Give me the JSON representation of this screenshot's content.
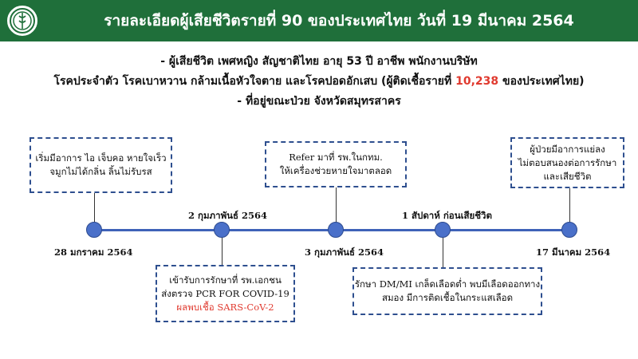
{
  "header": {
    "title": "รายละเอียดผู้เสียชีวิตรายที่ 90 ของประเทศไทย วันที่ 19 มีนาคม 2564",
    "bg_color": "#1f6f3a",
    "logo_icon": "ministry-of-public-health-logo"
  },
  "summary": {
    "line1": "- ผู้เสียชีวิต เพศหญิง สัญชาติไทย อายุ 53 ปี อาชีพ พนักงานบริษัท",
    "line2_prefix": "โรคประจำตัว โรคเบาหวาน กล้ามเนื้อหัวใจตาย และโรคปอดอักเสบ (ผู้ติดเชื้อรายที่ ",
    "line2_highlight": "10,238",
    "line2_suffix": " ของประเทศไทย)",
    "line3": "- ที่อยู่ขณะป่วย จังหวัดสมุทรสาคร",
    "highlight_color": "#e03a2f"
  },
  "timeline": {
    "events": [
      {
        "date": "28 มกราคม 2564",
        "box_lines": [
          "เริ่มมีอาการ ไอ เจ็บคอ หายใจเร็ว",
          "จมูกไม่ได้กลิ่น ลิ้นไม่รับรส"
        ]
      },
      {
        "date": "2 กุมภาพันธ์ 2564",
        "box_lines": [
          "เข้ารับการรักษาที่ รพ.เอกชน",
          "ส่งตรวจ  PCR FOR COVID-19"
        ],
        "box_red_line": "ผลพบเชื้อ SARS-CoV-2"
      },
      {
        "date": "3 กุมภาพันธ์ 2564",
        "box_lines": [
          "Refer มาที่ รพ.ในกทม.",
          "ให้เครื่องช่วยหายใจมาตลอด"
        ]
      },
      {
        "date": "1 สัปดาห์ ก่อนเสียชีวิต",
        "box_lines": [
          "รักษา DM/MI เกล็ดเลือดต่ำ พบมีเลือดออกทาง",
          "สมอง มีการติดเชื้อในกระแสเลือด"
        ]
      },
      {
        "date": "17 มีนาคม 2564",
        "box_lines": [
          "ผู้ป่วยมีอาการแย่ลง",
          "ไม่ตอบสนองต่อการรักษา",
          "และเสียชีวิต"
        ]
      }
    ],
    "line_color": "#3f62b8",
    "box_border_color": "#2e4f8f"
  }
}
